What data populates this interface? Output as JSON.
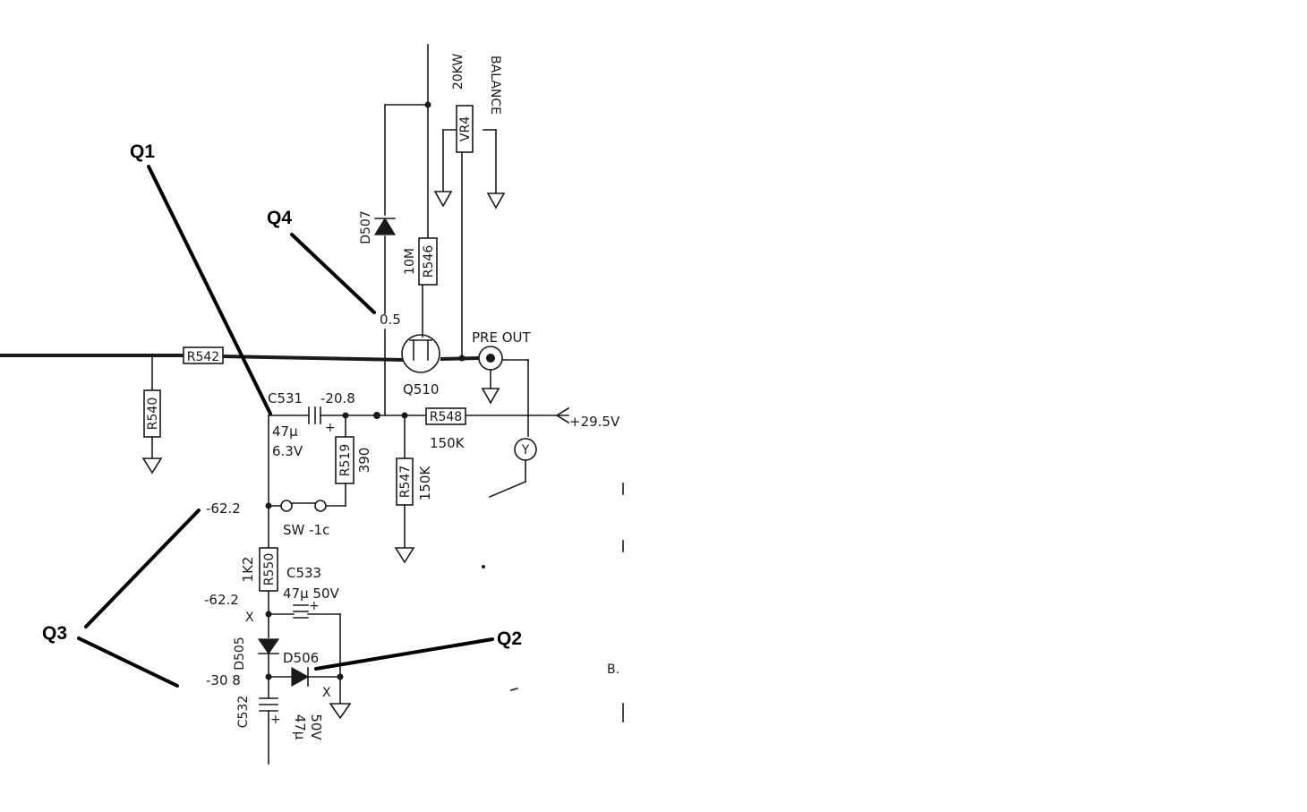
{
  "annotations": {
    "q1": "Q1",
    "q2": "Q2",
    "q3": "Q3",
    "q4": "Q4"
  },
  "components": {
    "r542": "R542",
    "r540": "R540",
    "r546": "R546",
    "r546_value": "10M",
    "d507": "D507",
    "vr4": "VR4",
    "vr4_value": "20KW",
    "vr4_name": "BALANCE",
    "q510": "Q510",
    "pre_out": "PRE OUT",
    "c531": "C531",
    "c531_value": "47μ",
    "c531_voltage": "6.3V",
    "r519": "R519",
    "r519_value": "390",
    "r548": "R548",
    "r548_value": "150K",
    "r547": "R547",
    "r547_value": "150K",
    "sw1c": "SW -1c",
    "r550": "R550",
    "r550_value": "1K2",
    "c533": "C533",
    "c533_value": "47μ 50V",
    "d505": "D505",
    "d506": "D506",
    "c532": "C532",
    "c532_value": "47μ",
    "c532_voltage": "50V",
    "y_marker": "Y",
    "x_mark": "X",
    "edge_b": "B."
  },
  "voltages": {
    "gate": "0.5",
    "v_neg20_8": "-20.8",
    "v_pos29_5": "+29.5V",
    "v_neg62_2_a": "-62.2",
    "v_neg62_2_b": "-62.2",
    "v_neg30_8": "-30 8"
  }
}
